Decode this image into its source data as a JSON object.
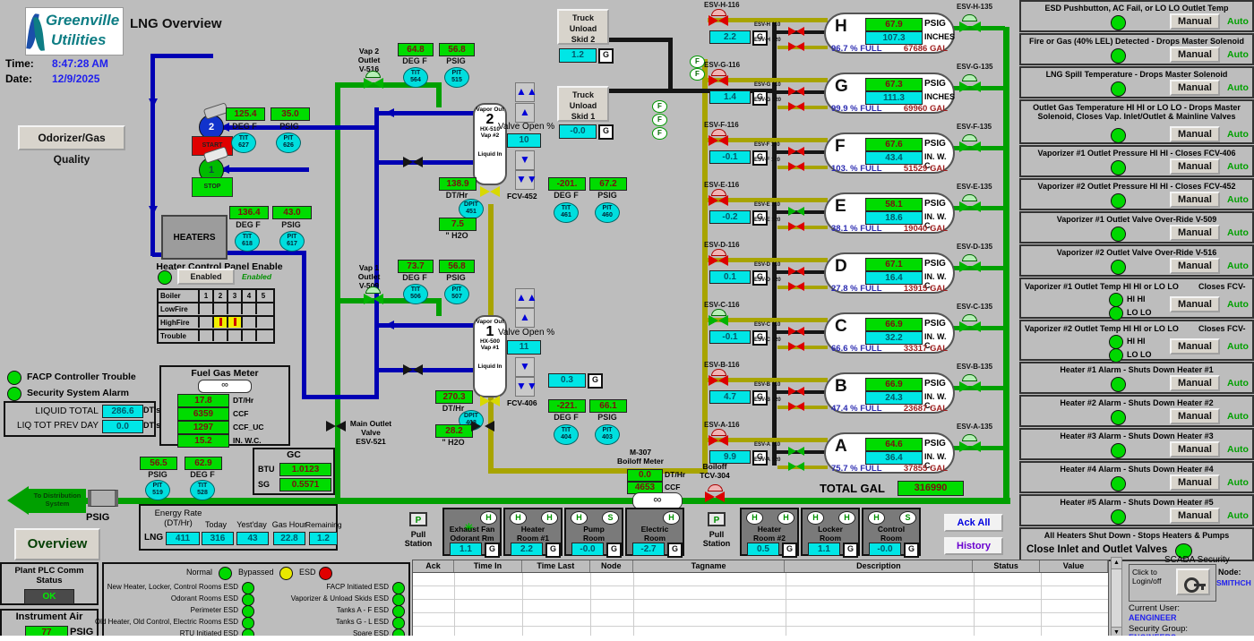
{
  "header": {
    "logo_line1": "Greenville",
    "logo_line2": "Utilities",
    "title": "LNG Overview",
    "time_label": "Time:",
    "time_value": "8:47:28 AM",
    "date_label": "Date:",
    "date_value": "12/9/2025"
  },
  "common": {
    "g": "G",
    "manual": "Manual",
    "auto": "Auto",
    "psig": "PSIG",
    "pct_u": "% FULL",
    "gal_u": "GAL"
  },
  "odorizer": {
    "button": "Odorizer/Gas Quality",
    "pump2": "2",
    "pump1": "1",
    "start": "START",
    "stop": "STOP"
  },
  "gauges": {
    "tit627": {
      "value": "125.4",
      "unit": "DEG F",
      "l1": "TIT",
      "l2": "627"
    },
    "pit626": {
      "value": "35.0",
      "unit": "PSIG",
      "l1": "PIT",
      "l2": "626"
    },
    "tit618": {
      "value": "136.4",
      "unit": "DEG F",
      "l1": "TIT",
      "l2": "618"
    },
    "pit617": {
      "value": "43.0",
      "unit": "PSIG",
      "l1": "PIT",
      "l2": "617"
    },
    "tit564": {
      "value": "64.8",
      "unit": "DEG F",
      "l1": "TIT",
      "l2": "564"
    },
    "pit515": {
      "value": "56.8",
      "unit": "PSIG",
      "l1": "PIT",
      "l2": "515"
    },
    "tit506": {
      "value": "73.7",
      "unit": "DEG F",
      "l1": "TIT",
      "l2": "506"
    },
    "pit507": {
      "value": "56.8",
      "unit": "PSIG",
      "l1": "PIT",
      "l2": "507"
    },
    "tit461": {
      "value": "-201.",
      "unit": "DEG F",
      "l1": "TIT",
      "l2": "461"
    },
    "pit460": {
      "value": "67.2",
      "unit": "PSIG",
      "l1": "PIT",
      "l2": "460"
    },
    "tit404": {
      "value": "-221.",
      "unit": "DEG F",
      "l1": "TIT",
      "l2": "404"
    },
    "pit403": {
      "value": "66.1",
      "unit": "PSIG",
      "l1": "PIT",
      "l2": "403"
    },
    "pit519": {
      "value": "56.5",
      "unit": "PSIG",
      "l1": "PIT",
      "l2": "519"
    },
    "tit528": {
      "value": "62.9",
      "unit": "DEG F",
      "l1": "TIT",
      "l2": "528"
    },
    "dpit451": {
      "l1": "DPIT",
      "l2": "451"
    },
    "dpit408": {
      "l1": "DPIT",
      "l2": "408"
    }
  },
  "heaters": {
    "box": "HEATERS",
    "panel_title": "Heater Control Panel Enable",
    "enable_button": "Enabled",
    "enable_status": "Enabled"
  },
  "boiler": {
    "headers": [
      "Boiler",
      "1",
      "2",
      "3",
      "4",
      "5"
    ],
    "rows": [
      {
        "label": "LowFire",
        "c": [
          "",
          "",
          "",
          "",
          ""
        ]
      },
      {
        "label": "HighFire",
        "c": [
          "",
          "on",
          "on",
          "",
          ""
        ]
      },
      {
        "label": "Trouble",
        "c": [
          "",
          "",
          "",
          "",
          ""
        ]
      }
    ]
  },
  "status_lamps": {
    "facp": "FACP Controller Trouble",
    "security": "Security System Alarm"
  },
  "liquid": {
    "total_label": "LIQUID TOTAL",
    "total": "286.6",
    "unit": "DT's",
    "prev_label": "LIQ TOT PREV DAY",
    "prev": "0.0"
  },
  "fuel_gas_meter": {
    "title": "Fuel Gas Meter",
    "rows": [
      {
        "v": "17.8",
        "u": "DT/Hr"
      },
      {
        "v": "6359",
        "u": "CCF"
      },
      {
        "v": "1297",
        "u": "CCF_UC"
      },
      {
        "v": "15.2",
        "u": "IN. W.C."
      }
    ]
  },
  "gc": {
    "title": "GC",
    "btu_label": "BTU",
    "btu": "1.0123",
    "sg_label": "SG",
    "sg": "0.5571"
  },
  "distribution": {
    "arrow1": "To Distribution",
    "arrow2": "System",
    "psig": "PSIG"
  },
  "vap2": {
    "vl1": "Vap 2",
    "vl2": "Outlet",
    "vl3": "V-516",
    "t1": "Vapor Out",
    "num": "2",
    "t2": "HX-510",
    "t3": "Vap #2",
    "t4": "Liquid In",
    "open_label": "Valve Open %",
    "open": "10",
    "fcv": "FCV-452",
    "flow": "138.9",
    "flow_u": "DT/Hr",
    "dp": "7.5",
    "dp_u": "\" H2O"
  },
  "vap1": {
    "vl1": "Vap 1",
    "vl2": "Outlet",
    "vl3": "V-509",
    "t1": "Vapor Out",
    "num": "1",
    "t2": "HX-500",
    "t3": "Vap #1",
    "t4": "Liquid In",
    "open_label": "Valve Open %",
    "open": "11",
    "fcv": "FCV-406",
    "flow": "270.3",
    "flow_u": "DT/Hr",
    "dp": "28.2",
    "dp_u": "\" H2O",
    "gval": "0.3"
  },
  "main_outlet": {
    "l1": "Main Outlet",
    "l2": "Valve",
    "l3": "ESV-521"
  },
  "trucks": {
    "s2l1": "Truck",
    "s2l2": "Unload",
    "s2l3": "Skid 2",
    "s2v": "1.2",
    "s1l1": "Truck",
    "s1l2": "Unload",
    "s1l3": "Skid 1",
    "s1v": "-0.0",
    "f": "F"
  },
  "boiloff": {
    "m1": "M-307",
    "m2": "Boiloff Meter",
    "v1": "0.0",
    "u1": "DT/Hr",
    "v2": "4653",
    "u2": "CCF",
    "t1": "Boiloff",
    "t2": "TCV-304"
  },
  "tanks": [
    {
      "letter": "H",
      "esv116": "ESV-H-116",
      "g": "2.2",
      "esv110": "ESV-H 110",
      "esv120": "ESV-H 120",
      "esv135": "ESV-H-135",
      "psig": "67.9",
      "level": "107.3",
      "lu": "INCHES",
      "pct": "96.7",
      "gal": "67686",
      "s116": "closed",
      "s110": "closed",
      "s120": "closed",
      "s135": "open"
    },
    {
      "letter": "G",
      "esv116": "ESV-G-116",
      "g": "1.4",
      "esv110": "ESV-G 110",
      "esv120": "ESV-G 120",
      "esv135": "ESV-G-135",
      "psig": "67.3",
      "level": "111.3",
      "lu": "INCHES",
      "pct": "99.9",
      "gal": "69960",
      "s116": "closed",
      "s110": "closed",
      "s120": "closed",
      "s135": "open"
    },
    {
      "letter": "F",
      "esv116": "ESV-F-116",
      "g": "-0.1",
      "esv110": "ESV-F 110",
      "esv120": "ESV-F 120",
      "esv135": "ESV-F-135",
      "psig": "67.6",
      "level": "43.4",
      "lu": "IN. W. C.",
      "pct": "103.",
      "gal": "51529",
      "s116": "closed",
      "s110": "closed",
      "s120": "closed",
      "s135": "open"
    },
    {
      "letter": "E",
      "esv116": "ESV-E-116",
      "g": "-0.2",
      "esv110": "ESV-E 110",
      "esv120": "ESV-E 120",
      "esv135": "ESV-E-135",
      "psig": "58.1",
      "level": "18.6",
      "lu": "IN. W. C.",
      "pct": "38.1",
      "gal": "19040",
      "s116": "closed",
      "s110": "open",
      "s120": "closed",
      "s135": "open"
    },
    {
      "letter": "D",
      "esv116": "ESV-D-116",
      "g": "0.1",
      "esv110": "ESV-D 110",
      "esv120": "ESV-D 120",
      "esv135": "ESV-D-135",
      "psig": "67.1",
      "level": "16.4",
      "lu": "IN. W. C.",
      "pct": "27.8",
      "gal": "13915",
      "s116": "closed",
      "s110": "closed",
      "s120": "closed",
      "s135": "open"
    },
    {
      "letter": "C",
      "esv116": "ESV-C-116",
      "g": "-0.1",
      "esv110": "ESV-C 110",
      "esv120": "ESV-C 120",
      "esv135": "ESV-C-135",
      "psig": "66.9",
      "level": "32.2",
      "lu": "IN. W. C.",
      "pct": "66.6",
      "gal": "33317",
      "s116": "open",
      "s110": "closed",
      "s120": "closed",
      "s135": "open"
    },
    {
      "letter": "B",
      "esv116": "ESV-B-116",
      "g": "4.7",
      "esv110": "ESV-B 110",
      "esv120": "ESV-B 120",
      "esv135": "ESV-B-135",
      "psig": "66.9",
      "level": "24.3",
      "lu": "IN. W. C.",
      "pct": "47.4",
      "gal": "23687",
      "s116": "closed",
      "s110": "closed",
      "s120": "closed",
      "s135": "open"
    },
    {
      "letter": "A",
      "esv116": "ESV-A-116",
      "g": "9.9",
      "esv110": "ESV-A 110",
      "esv120": "ESV-A 120",
      "esv135": "ESV-A-135",
      "psig": "64.6",
      "level": "36.4",
      "lu": "IN. W. C.",
      "pct": "75.7",
      "gal": "37855",
      "s116": "closed",
      "s110": "open",
      "s120": "open",
      "s135": "open"
    }
  ],
  "tank_totals": {
    "label": "TOTAL GAL",
    "value": "316990"
  },
  "alarms_top": [
    {
      "t": "ESD Pushbutton, AC Fail, or LO LO Outlet Temp"
    },
    {
      "t": "Fire or Gas (40% LEL) Detected - Drops Master Solenoid"
    },
    {
      "t": "LNG Spill Temperature - Drops Master Solenoid"
    },
    {
      "t": "Outlet Gas Temperature HI HI or LO LO - Drops Master Solenoid, Closes Vap. Inlet/Outlet & Mainline Valves"
    },
    {
      "t": "Vaporizer #1 Outlet Pressure HI HI - Closes FCV-406"
    },
    {
      "t": "Vaporizer #2 Outlet Pressure HI HI - Closes FCV-452"
    },
    {
      "t": "Vaporizer #1 Outlet Valve Over-Ride V-509"
    },
    {
      "t": "Vaporizer #2 Outlet Valve Over-Ride V-516"
    }
  ],
  "alarms_temp": [
    {
      "t": "Vaporizer #1 Outlet Temp HI HI or LO LO",
      "r": "Closes FCV-",
      "hi": "HI HI",
      "lo": "LO LO"
    },
    {
      "t": "Vaporizer #2 Outlet Temp HI HI or LO LO",
      "r": "Closes FCV-",
      "hi": "HI HI",
      "lo": "LO LO"
    }
  ],
  "alarms_heaters": [
    {
      "t": "Heater #1 Alarm - Shuts Down Heater #1"
    },
    {
      "t": "Heater #2 Alarm - Shuts Down Heater #2"
    },
    {
      "t": "Heater #3 Alarm - Shuts Down Heater #3"
    },
    {
      "t": "Heater #4 Alarm - Shuts Down Heater #4"
    },
    {
      "t": "Heater #5 Alarm - Shuts Down Heater #5"
    }
  ],
  "alarm_final": {
    "t": "All Heaters Shut Down - Stops Heaters & Pumps",
    "t2": "Close Inlet and Outlet Valves"
  },
  "bottom": {
    "overview": "Overview",
    "plc_title": "Plant PLC Comm Status",
    "plc_status": "OK",
    "air_title": "Instrument Air",
    "air_value": "77",
    "air_unit": "PSIG",
    "pull1": "Pull",
    "pull2": "Station",
    "ack_all": "Ack All",
    "history": "History"
  },
  "energy": {
    "h1": "Energy Rate",
    "h2": "(DT/Hr)",
    "lng": "LNG",
    "lng_v": "411",
    "cols": [
      {
        "h": "Today",
        "v": "316"
      },
      {
        "h": "Yest'day",
        "v": "43"
      },
      {
        "h": "Gas Hour",
        "v": "22.8"
      },
      {
        "h": "Remaining",
        "v": "1.2"
      }
    ]
  },
  "rooms": [
    {
      "n1": "Exhaust Fan",
      "n2": "Odorant Rm",
      "i1": "",
      "i2": "H",
      "fan": "on",
      "v": "1.1"
    },
    {
      "n1": "Heater",
      "n2": "Room #1",
      "i1": "H",
      "i2": "H",
      "fan": "",
      "v": "2.2"
    },
    {
      "n1": "Pump",
      "n2": "Room",
      "i1": "H",
      "i2": "S",
      "fan": "",
      "v": "-0.0"
    },
    {
      "n1": "Electric",
      "n2": "Room",
      "i1": "",
      "i2": "H",
      "fan": "",
      "v": "-2.7"
    },
    {
      "n1": "Heater",
      "n2": "Room #2",
      "i1": "H",
      "i2": "H",
      "fan": "",
      "v": "0.5"
    },
    {
      "n1": "Locker",
      "n2": "Room",
      "i1": "H",
      "i2": "H",
      "fan": "",
      "v": "1.1"
    },
    {
      "n1": "Control",
      "n2": "Room",
      "i1": "H",
      "i2": "S",
      "fan": "",
      "v": "-0.0"
    }
  ],
  "esd": {
    "legend_normal": "Normal",
    "legend_bypassed": "Bypassed",
    "legend_esd": "ESD",
    "left": [
      {
        "l": "New Heater, Locker, Control Rooms ESD"
      },
      {
        "l": "Odorant Rooms ESD"
      },
      {
        "l": "Perimeter ESD"
      },
      {
        "l": "Old Heater, Old Control, Electric Rooms ESD"
      },
      {
        "l": "RTU Initiated ESD"
      }
    ],
    "right": [
      {
        "l": "FACP Initiated ESD"
      },
      {
        "l": "Vaporizer & Unload Skids ESD"
      },
      {
        "l": "Tanks A - F ESD"
      },
      {
        "l": "Tanks G - L ESD"
      },
      {
        "l": "Spare ESD"
      }
    ]
  },
  "alarm_table": {
    "headers": [
      {
        "h": "Ack"
      },
      {
        "h": "Time In"
      },
      {
        "h": "Time Last"
      },
      {
        "h": "Node"
      },
      {
        "h": "Tagname"
      },
      {
        "h": "Description"
      },
      {
        "h": "Status"
      },
      {
        "h": "Value"
      }
    ]
  },
  "scada": {
    "title": "SCADA Security",
    "login1": "Click to",
    "login2": "Login/off",
    "node_label": "Node:",
    "node": "SMITHCH",
    "user_label": "Current User:",
    "user": "AENGINEER",
    "group_label": "Security Group:",
    "group": "ENGINEERS"
  }
}
